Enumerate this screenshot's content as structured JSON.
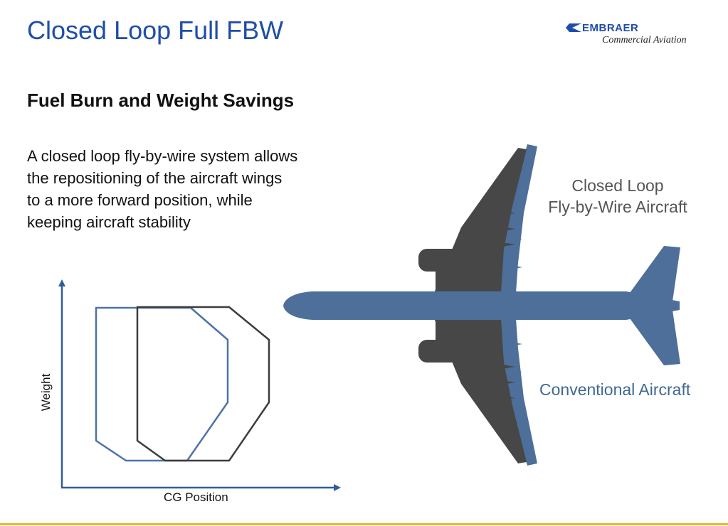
{
  "slide": {
    "title": "Closed Loop Full FBW",
    "subtitle": "Fuel Burn and Weight Savings",
    "body_lines": [
      "A closed loop fly-by-wire system allows",
      "the repositioning of the aircraft wings",
      "to a more forward position, while",
      "keeping aircraft stability"
    ]
  },
  "logo": {
    "brand": "EMBRAER",
    "tagline": "Commercial Aviation",
    "icon": "embraer-arrow-icon",
    "color": "#1f4ea8"
  },
  "labels": {
    "fbw_line1": "Closed Loop",
    "fbw_line2": "Fly-by-Wire Aircraft",
    "conventional": "Conventional Aircraft"
  },
  "envelope_chart": {
    "x_label": "CG Position",
    "y_label": "Weight",
    "series": [
      {
        "name": "Conventional Aircraft",
        "color": "#4d74a6"
      },
      {
        "name": "Closed Loop Fly-by-Wire Aircraft",
        "color": "#3d3d3d"
      }
    ]
  },
  "colors": {
    "title": "#1f4ea8",
    "conventional": "#4d6f99",
    "fbw": "#444444",
    "accent_footer": "#f2b233"
  }
}
